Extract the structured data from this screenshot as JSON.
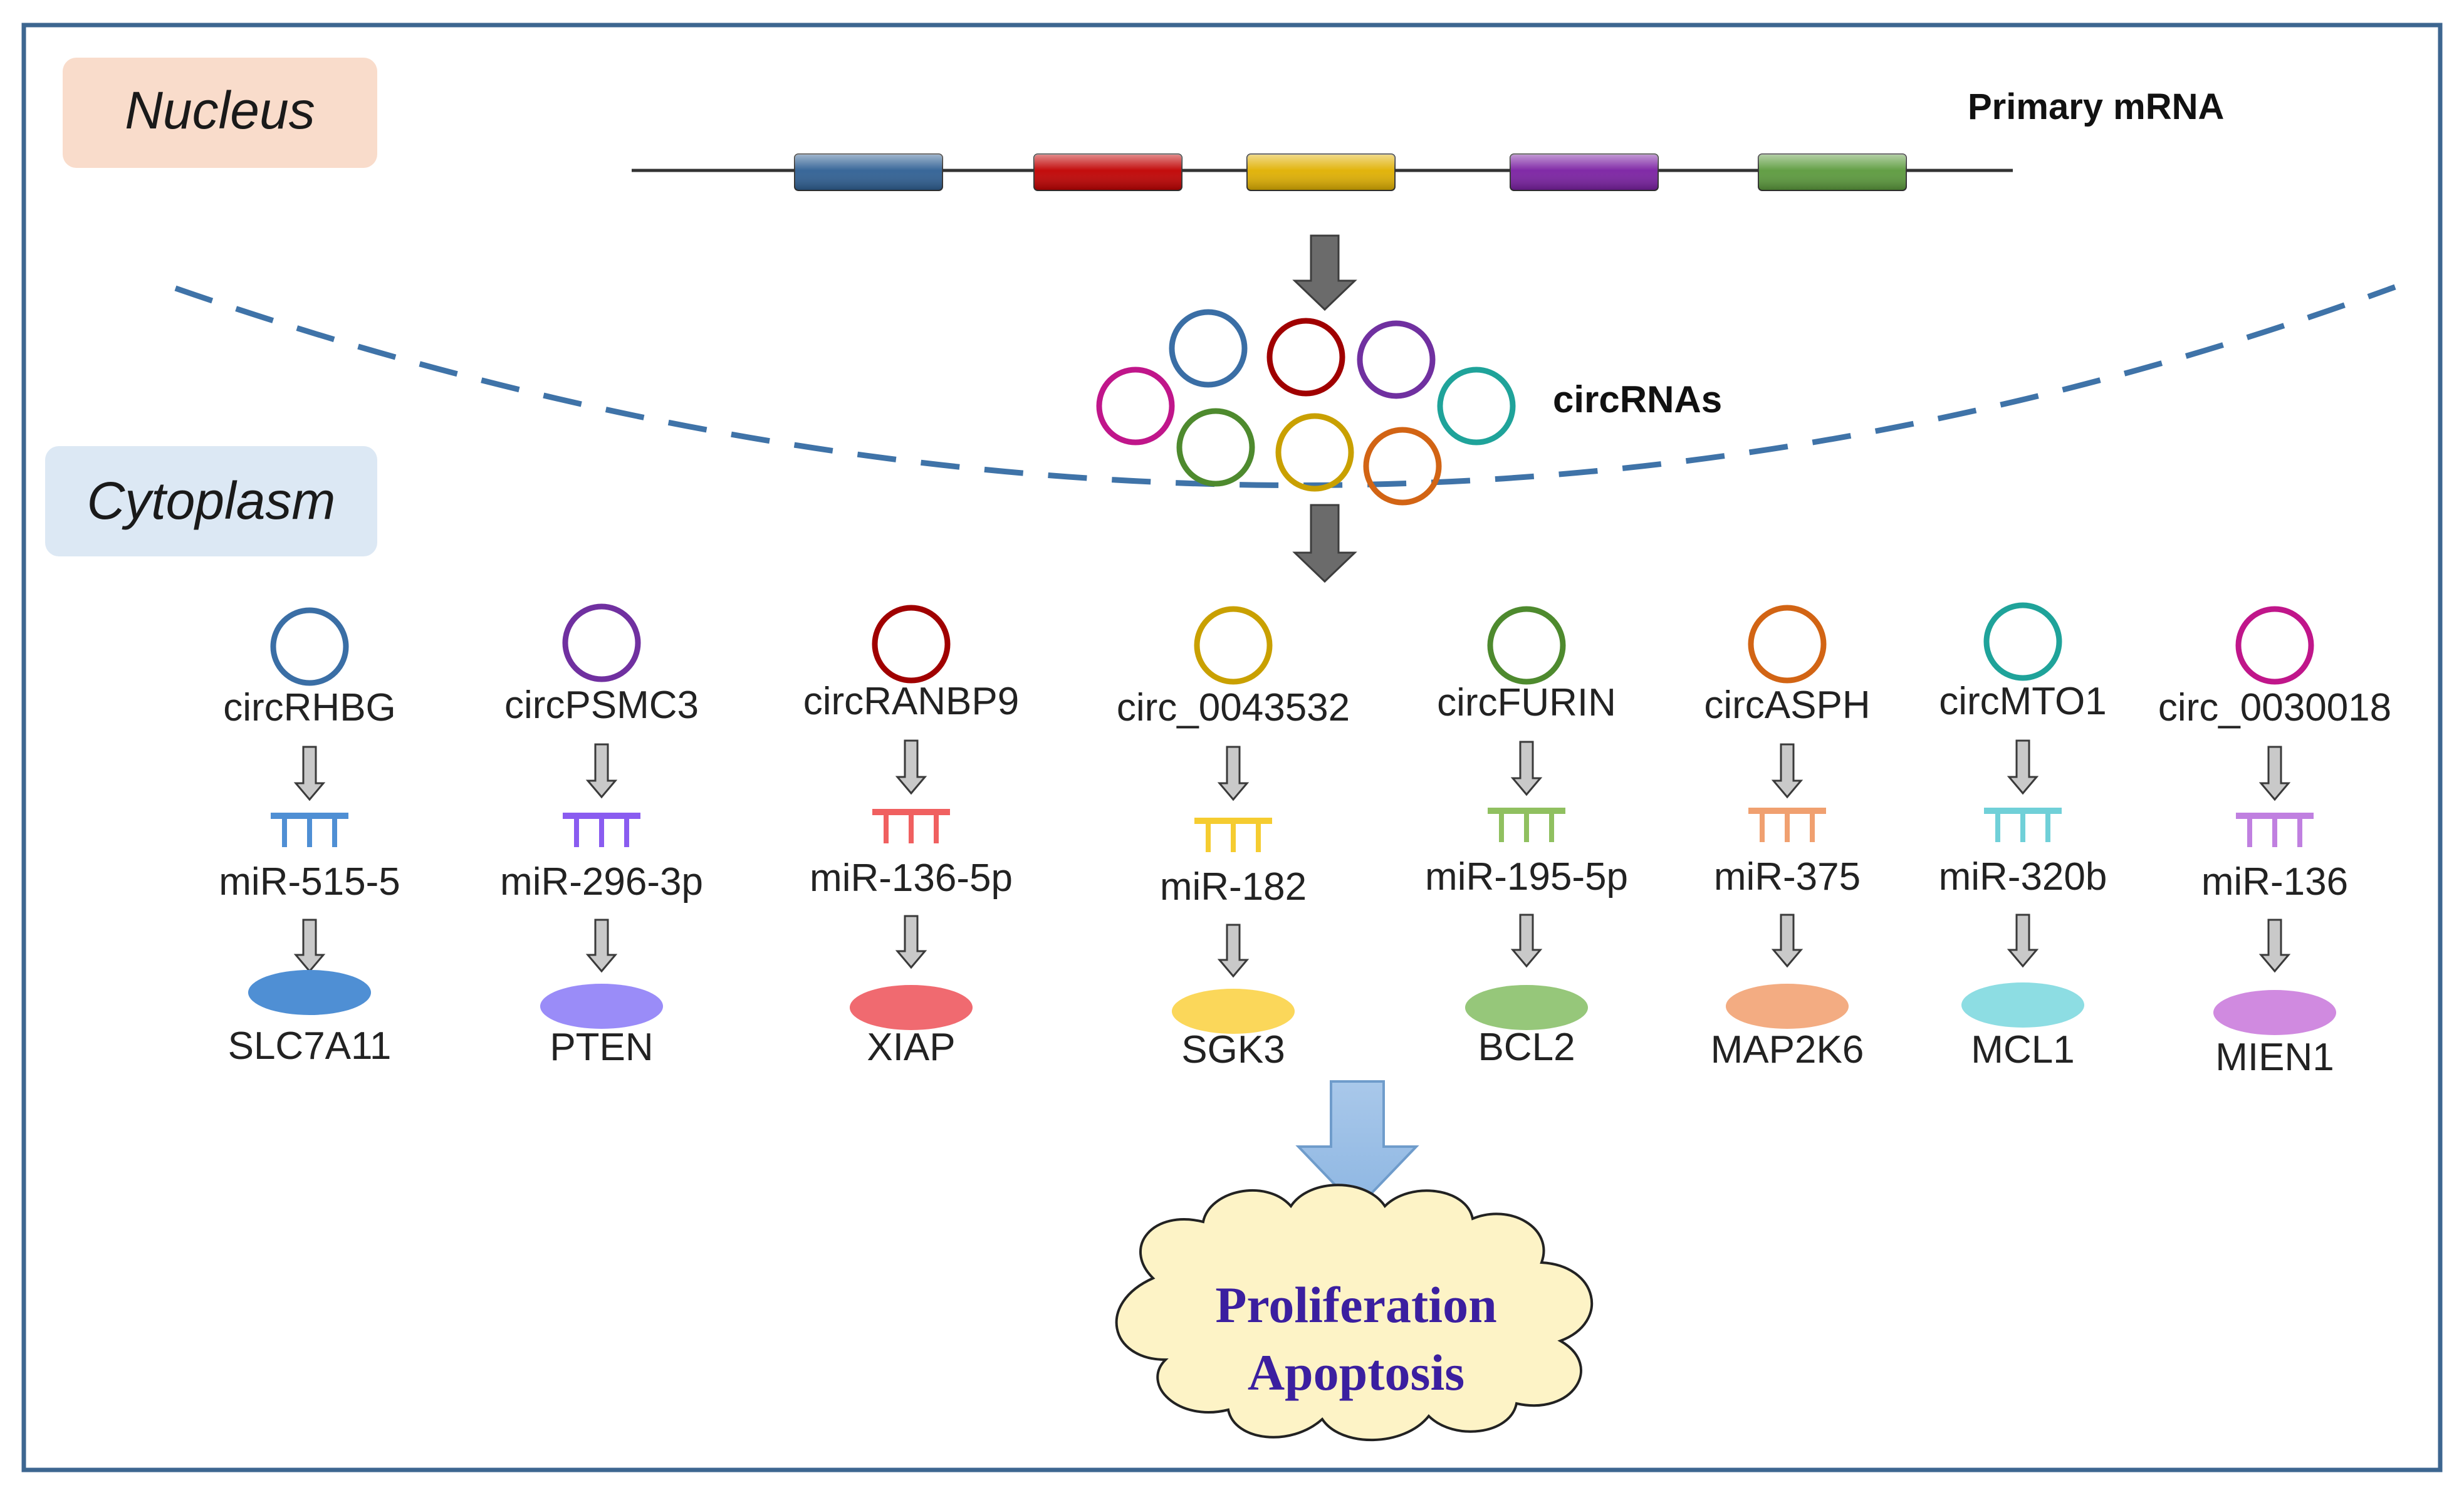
{
  "regions": {
    "nucleus": "Nucleus",
    "cytoplasm": "Cytoplasm"
  },
  "gene": {
    "label": "Primary mRNA",
    "exon_colors": [
      "#2e5f93",
      "#c00000",
      "#e0b000",
      "#7a1fa2",
      "#5b9a3c"
    ]
  },
  "circrnas": {
    "label": "circRNAs",
    "ring_colors": [
      "#3a6ea5",
      "#a00000",
      "#7030a0",
      "#c0168a",
      "#1fa39a",
      "#4e8a2e",
      "#c9a000",
      "#d26414"
    ]
  },
  "pathways": [
    {
      "circ": "circRHBG",
      "mirna": "miR-515-5",
      "target": "SLC7A11",
      "ring": "#3a6ea5",
      "mirna_color": "#4f8fd4",
      "target_color": "#4f8fd4"
    },
    {
      "circ": "circPSMC3",
      "mirna": "miR-296-3p",
      "target": "PTEN",
      "ring": "#7030a0",
      "mirna_color": "#8a5cf0",
      "target_color": "#9a8cf8"
    },
    {
      "circ": "circRANBP9",
      "mirna": "miR-136-5p",
      "target": "XIAP",
      "ring": "#a00000",
      "mirna_color": "#f06060",
      "target_color": "#f06a70"
    },
    {
      "circ": "circ_0043532",
      "mirna": "miR-182",
      "target": "SGK3",
      "ring": "#c9a000",
      "mirna_color": "#f5cc30",
      "target_color": "#fbd75a"
    },
    {
      "circ": "circFURIN",
      "mirna": "miR-195-5p",
      "target": "BCL2",
      "ring": "#4e8a2e",
      "mirna_color": "#90c060",
      "target_color": "#96c77a"
    },
    {
      "circ": "circASPH",
      "mirna": "miR-375",
      "target": "MAP2K6",
      "ring": "#d26414",
      "mirna_color": "#f0a070",
      "target_color": "#f3ac82"
    },
    {
      "circ": "circMTO1",
      "mirna": "miR-320b",
      "target": "MCL1",
      "ring": "#1fa39a",
      "mirna_color": "#70d0d8",
      "target_color": "#8ddde3"
    },
    {
      "circ": "circ_0030018",
      "mirna": "miR-136",
      "target": "MIEN1",
      "ring": "#c0168a",
      "mirna_color": "#c080e0",
      "target_color": "#d08ae0"
    }
  ],
  "outcome": {
    "line1": "Proliferation",
    "line2": "Apoptosis"
  }
}
